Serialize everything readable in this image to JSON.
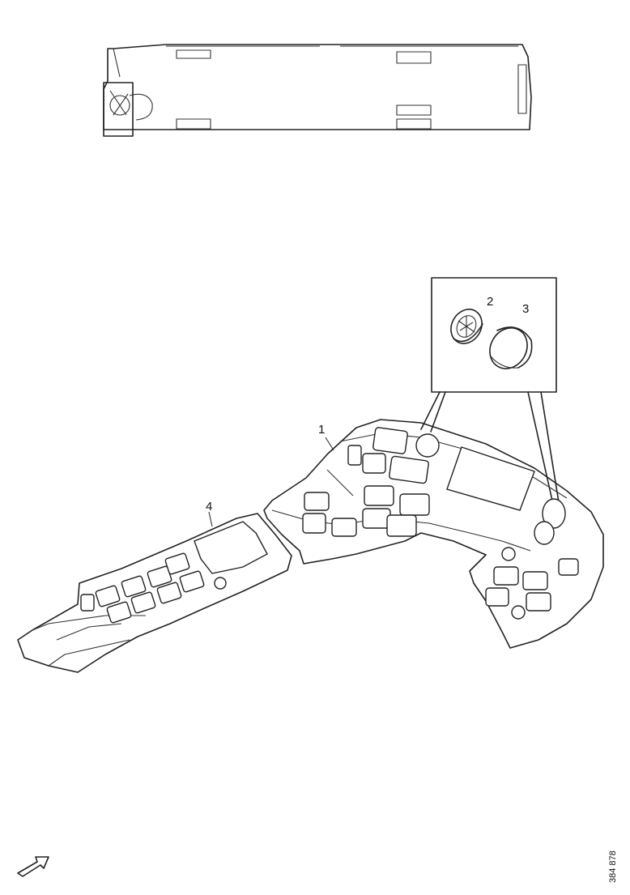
{
  "diagram": {
    "callouts": [
      {
        "id": "1",
        "label": "1"
      },
      {
        "id": "2",
        "label": "2"
      },
      {
        "id": "3",
        "label": "3"
      },
      {
        "id": "4",
        "label": "4"
      }
    ],
    "drawing_code": "384 878",
    "icons": {
      "direction": "forward-direction-arrow-icon",
      "overview": "bus-overview-outline"
    }
  }
}
